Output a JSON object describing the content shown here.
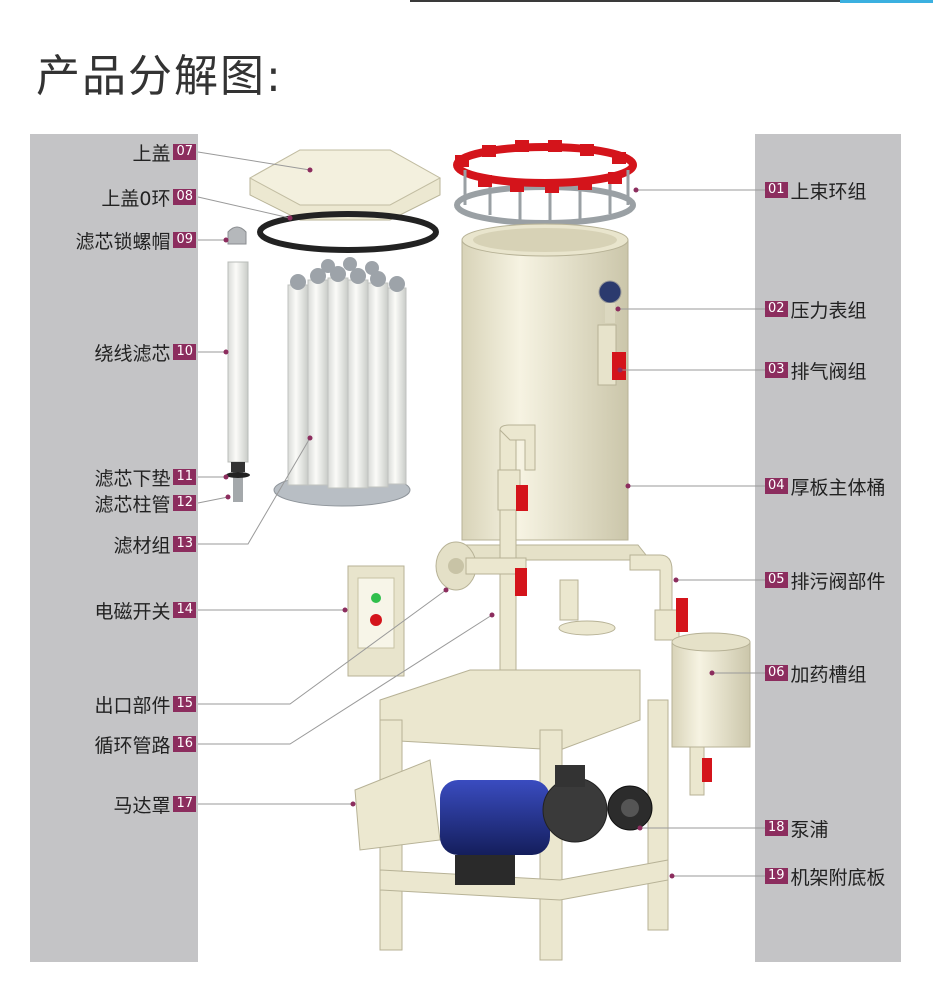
{
  "title": "产品分解图:",
  "colors": {
    "panel": "#c4c4c6",
    "badge": "#8c2d5e",
    "body": "#efebd6",
    "valve": "#d4141b",
    "motor": "#1f2f8a"
  },
  "left_labels": [
    {
      "text": "上盖",
      "num": "07"
    },
    {
      "text": "上盖0环",
      "num": "08"
    },
    {
      "text": "滤芯锁螺帽",
      "num": "09"
    },
    {
      "text": "绕线滤芯",
      "num": "10"
    },
    {
      "text": "滤芯下垫",
      "num": "11"
    },
    {
      "text": "滤芯柱管",
      "num": "12"
    },
    {
      "text": "滤材组",
      "num": "13"
    },
    {
      "text": "电磁开关",
      "num": "14"
    },
    {
      "text": "出口部件",
      "num": "15"
    },
    {
      "text": "循环管路",
      "num": "16"
    },
    {
      "text": "马达罩",
      "num": "17"
    }
  ],
  "right_labels": [
    {
      "text": "上束环组",
      "num": "01"
    },
    {
      "text": "压力表组",
      "num": "02"
    },
    {
      "text": "排气阀组",
      "num": "03"
    },
    {
      "text": "厚板主体桶",
      "num": "04"
    },
    {
      "text": "排污阀部件",
      "num": "05"
    },
    {
      "text": "加药槽组",
      "num": "06"
    },
    {
      "text": "泵浦",
      "num": "18"
    },
    {
      "text": "机架附底板",
      "num": "19"
    }
  ]
}
